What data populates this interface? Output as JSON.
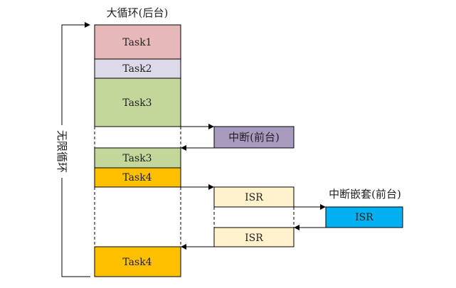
{
  "title": "大循环(后台)",
  "loop_label": "无限循环",
  "interrupt_label": "中断(前台)",
  "nested_label": "中断嵌套(前台)",
  "tasks": {
    "task1": "Task1",
    "task2": "Task2",
    "task3a": "Task3",
    "task3b": "Task3",
    "task4a": "Task4",
    "task4b": "Task4"
  },
  "isr": {
    "isr1": "ISR",
    "isr2": "ISR",
    "nested": "ISR"
  },
  "colors": {
    "task1": "#e6b8b7",
    "task2": "#ddd9e8",
    "task3": "#c4d79b",
    "task4": "#ffc000",
    "interrupt": "#a99bc0",
    "isr": "#fff2cc",
    "nested_isr": "#00b0f0"
  }
}
